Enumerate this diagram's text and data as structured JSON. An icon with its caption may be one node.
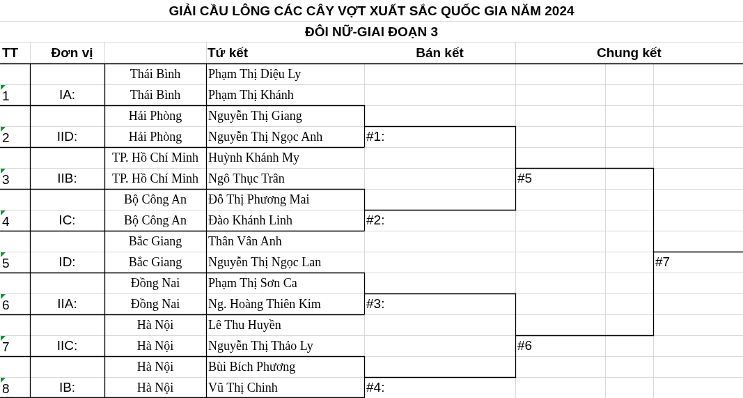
{
  "diagram": {
    "title": "GIẢI CẦU LÔNG CÁC CÂY VỢT XUẤT SẮC QUỐC GIA NĂM 2024",
    "labels": [
      "ĐÔI NỮ-GIAI ĐOẠN 3",
      "TT",
      "Đơn vị",
      "Tứ kết",
      "Bán kết",
      "Chung kết",
      "Thái Bình",
      "Phạm Thị Diệu Ly",
      "1",
      "IA:",
      "Thái Bình",
      "Phạm Thị Khánh",
      "Hải Phòng",
      "Nguyễn Thị Giang",
      "2",
      "IID:",
      "Hải Phòng",
      "Nguyễn Thị Ngọc Anh",
      "#1:",
      "TP. Hồ Chí Minh",
      "Huỳnh Khánh My",
      "3",
      "IIB:",
      "TP. Hồ Chí Minh",
      "Ngô Thục Trân",
      "#5",
      "Bộ Công An",
      "Đỗ Thị Phương Mai",
      "4",
      "IC:",
      "Bộ Công An",
      "Đào Khánh Linh",
      "#2:",
      "Bắc Giang",
      "Thân Vân Anh",
      "5",
      "ID:",
      "Bắc Giang",
      "Nguyễn Thị Ngọc Lan",
      "#7",
      "Đồng Nai",
      "Phạm Thị Sơn Ca",
      "6",
      "IIA:",
      "Đồng Nai",
      "Ng. Hoàng Thiên Kim",
      "#3:",
      "Hà Nội",
      "Lê Thu Huyền",
      "7",
      "IIC:",
      "Hà Nội",
      "Nguyễn Thị Thảo Ly",
      "#6",
      "Hà Nội",
      "Bùi Bích Phương",
      "8",
      "IB:",
      "Hà Nội",
      "Vũ Thị Chinh",
      "#4:"
    ]
  }
}
